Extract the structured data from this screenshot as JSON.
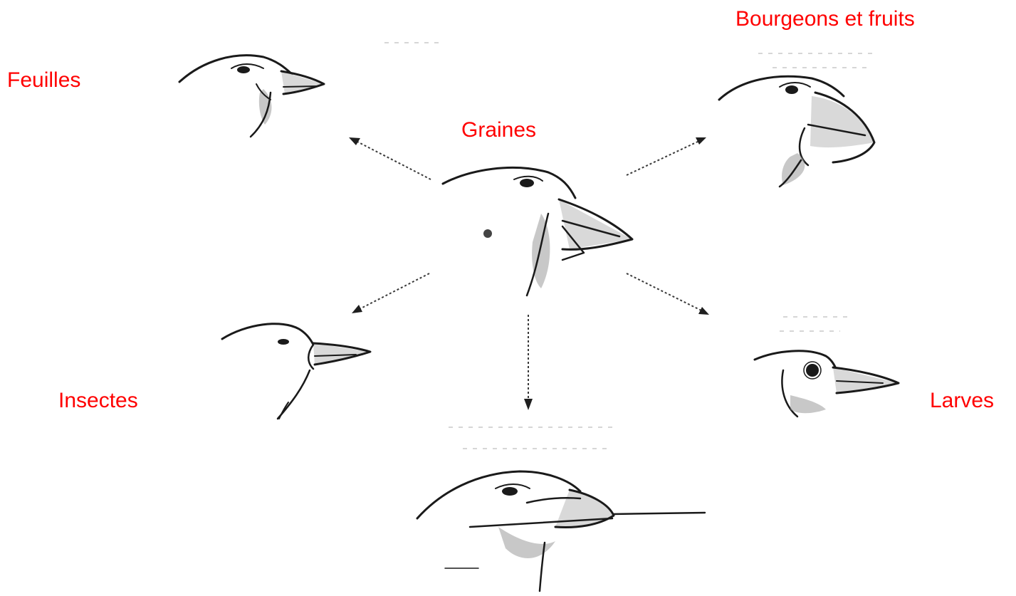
{
  "labels": {
    "feuilles": "Feuilles",
    "bourgeons": "Bourgeons et fruits",
    "graines": "Graines",
    "insectes": "Insectes",
    "larves": "Larves"
  },
  "colors": {
    "label": "#ff0000",
    "ink": "#1a1a1a",
    "background": "#ffffff"
  },
  "icons": {
    "center": "finch-head-graines-icon",
    "feuilles": "finch-head-feuilles-icon",
    "bourgeons": "finch-head-bourgeons-icon",
    "insectes": "finch-head-insectes-icon",
    "larves": "finch-head-larves-icon",
    "bottom": "finch-head-bottom-icon"
  }
}
